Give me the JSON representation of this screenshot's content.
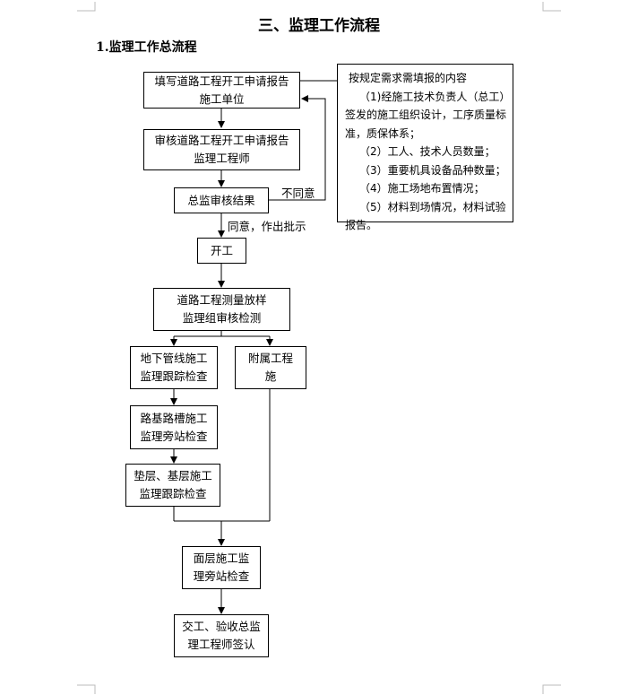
{
  "title": "三、监理工作流程",
  "subtitle": "1.监理工作总流程",
  "boxes": {
    "fill_report": [
      "填写道路工程开工申请报告",
      "施工单位"
    ],
    "review_report": [
      "审核道路工程开工申请报告",
      "监理工程师"
    ],
    "chief_review": [
      "总监审核结果"
    ],
    "start": [
      "开工"
    ],
    "survey": [
      "道路工程测量放样",
      "监理组审核检测"
    ],
    "pipeline": [
      "地下管线施工",
      "监理跟踪检查"
    ],
    "ancillary": [
      "附属工程",
      "施"
    ],
    "roadbed": [
      "路基路槽施工",
      "监理旁站检查"
    ],
    "base": [
      "垫层、基层施工",
      "监理跟踪检查"
    ],
    "surface": [
      "面层施工监",
      "理旁站检查"
    ],
    "handover": [
      "交工、验收总监",
      "理工程师签认"
    ]
  },
  "labels": {
    "disagree": "不同意",
    "agree": "同意，作出批示"
  },
  "notes": {
    "heading": "按规定需求需填报的内容",
    "item1": "（1)经施工技术负责人（总工）签发的施工组织设计，工序质量标准，质保体系；",
    "item2": "（2）工人、技术人员数量；",
    "item3": "（3）重要机具设备品种数量；",
    "item4": "（4）施工场地布置情况；",
    "item5": "（5）材料到场情况，材料试验报告。"
  }
}
